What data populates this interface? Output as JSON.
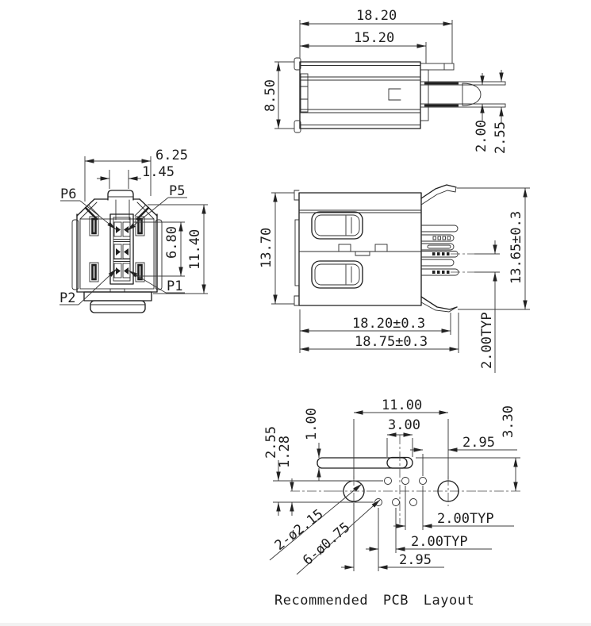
{
  "page": {
    "background": "#ffffff",
    "line_color": "#1f1f1f",
    "caption": "Recommended PCB Layout"
  },
  "top_view": {
    "width_outer": "18.20",
    "width_inner": "15.20",
    "height": "8.50",
    "pin_gap_inner": "2.00",
    "pin_gap_outer": "2.55"
  },
  "front_view": {
    "top_width": "6.25",
    "tab_width": "1.45",
    "contact_span": "6.80",
    "height": "11.40",
    "pins": {
      "p6": "P6",
      "p5": "P5",
      "p2": "P2",
      "p1": "P1"
    }
  },
  "side_view": {
    "height_overall": "13.70",
    "height_pins": "13.65±0.3",
    "width_body": "18.20±0.3",
    "width_overall": "18.75±0.3",
    "pin_pitch": "2.00TYP"
  },
  "pcb_layout": {
    "mount_hole_span": "11.00",
    "slot_length": "3.00",
    "slot_width": "1.00",
    "row_gap": "2.55",
    "row_to_center": "1.28",
    "edge_to_hole_top": "2.95",
    "vertical_span": "3.30",
    "pitch_top": "2.00TYP",
    "pitch_bottom": "2.00TYP",
    "hole_offset_bottom": "2.95",
    "mount_holes_label": "2-ø2.15",
    "pin_holes_label": "6-ø0.75"
  }
}
